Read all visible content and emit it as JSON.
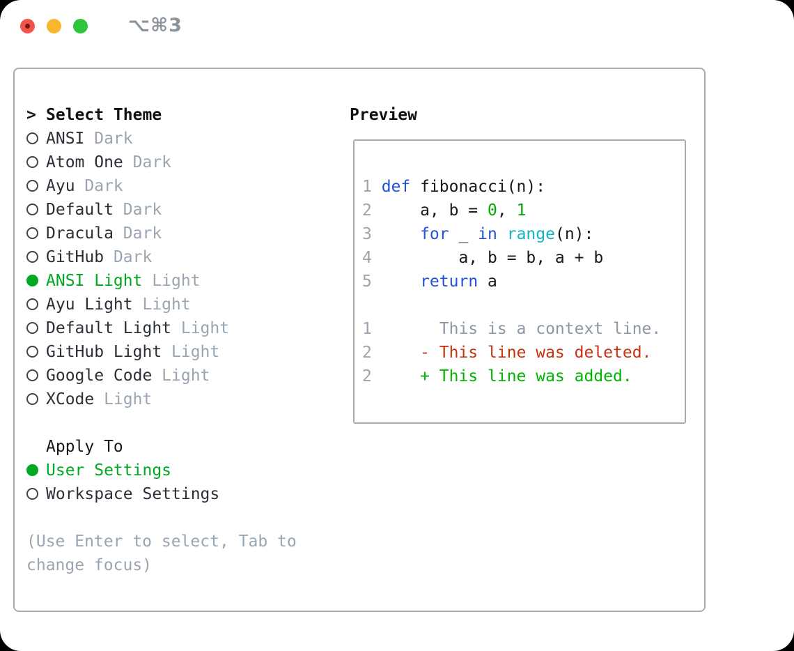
{
  "window": {
    "shortcut": "⌥⌘3"
  },
  "theme_panel": {
    "prompt": ">",
    "title": "Select Theme",
    "themes": [
      {
        "name": "ANSI",
        "variant": "Dark",
        "selected": false
      },
      {
        "name": "Atom One",
        "variant": "Dark",
        "selected": false
      },
      {
        "name": "Ayu",
        "variant": "Dark",
        "selected": false
      },
      {
        "name": "Default",
        "variant": "Dark",
        "selected": false
      },
      {
        "name": "Dracula",
        "variant": "Dark",
        "selected": false
      },
      {
        "name": "GitHub",
        "variant": "Dark",
        "selected": false
      },
      {
        "name": "ANSI Light",
        "variant": "Light",
        "selected": true
      },
      {
        "name": "Ayu Light",
        "variant": "Light",
        "selected": false
      },
      {
        "name": "Default Light",
        "variant": "Light",
        "selected": false
      },
      {
        "name": "GitHub Light",
        "variant": "Light",
        "selected": false
      },
      {
        "name": "Google Code",
        "variant": "Light",
        "selected": false
      },
      {
        "name": "XCode",
        "variant": "Light",
        "selected": false
      }
    ],
    "apply_to": {
      "title": "Apply To",
      "options": [
        {
          "label": "User Settings",
          "selected": true
        },
        {
          "label": "Workspace Settings",
          "selected": false
        }
      ]
    },
    "help_lines": [
      "(Use Enter to select, Tab to",
      "change focus)"
    ]
  },
  "preview": {
    "title": "Preview",
    "code_lines": [
      {
        "num": "1",
        "segments": [
          {
            "text": "def",
            "style": "kw"
          },
          {
            "text": " fibonacci(n):",
            "style": "fg"
          }
        ]
      },
      {
        "num": "2",
        "segments": [
          {
            "text": "    a, b = ",
            "style": "fg"
          },
          {
            "text": "0",
            "style": "num"
          },
          {
            "text": ", ",
            "style": "fg"
          },
          {
            "text": "1",
            "style": "num"
          }
        ]
      },
      {
        "num": "3",
        "segments": [
          {
            "text": "    ",
            "style": "fg"
          },
          {
            "text": "for",
            "style": "kw"
          },
          {
            "text": " _ ",
            "style": "fg"
          },
          {
            "text": "in",
            "style": "kw"
          },
          {
            "text": " ",
            "style": "fg"
          },
          {
            "text": "range",
            "style": "fn"
          },
          {
            "text": "(n):",
            "style": "fg"
          }
        ]
      },
      {
        "num": "4",
        "segments": [
          {
            "text": "        a, b = b, a + b",
            "style": "fg"
          }
        ]
      },
      {
        "num": "5",
        "segments": [
          {
            "text": "    ",
            "style": "fg"
          },
          {
            "text": "return",
            "style": "kw"
          },
          {
            "text": " a",
            "style": "fg"
          }
        ]
      },
      {
        "num": "",
        "segments": []
      },
      {
        "num": "1",
        "segments": [
          {
            "text": "      This is a context line.",
            "style": "ctx"
          }
        ]
      },
      {
        "num": "2",
        "segments": [
          {
            "text": "    - This line was deleted.",
            "style": "del"
          }
        ]
      },
      {
        "num": "2",
        "segments": [
          {
            "text": "    + This line was added.",
            "style": "add"
          }
        ]
      }
    ]
  },
  "colors": {
    "selection_green": "#00a821",
    "keyword_blue": "#2151d8",
    "function_cyan": "#12b2c6",
    "number_green": "#00a900",
    "deleted_red": "#c73210",
    "added_green": "#00b400",
    "muted_gray": "#9aa5b2",
    "border_gray": "#a5acb5",
    "traffic_red": "#f2544b",
    "traffic_yellow": "#f9b731",
    "traffic_green": "#2ec43c",
    "shortcut_gray": "#8b939c"
  }
}
